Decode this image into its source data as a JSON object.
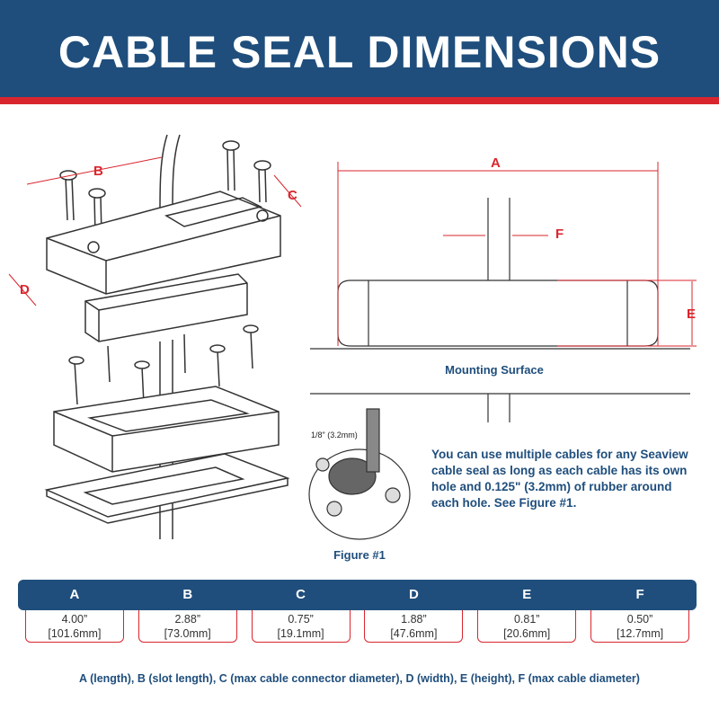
{
  "header": {
    "title": "CABLE SEAL DIMENSIONS"
  },
  "labels": {
    "a": "A",
    "b": "B",
    "c": "C",
    "d": "D",
    "e": "E",
    "f": "F"
  },
  "mounting_surface": "Mounting Surface",
  "figure": {
    "dim_label": "1/8\" (3.2mm)",
    "caption": "Figure #1"
  },
  "note": "You can use multiple cables for any Seaview cable seal as long as each cable has its own hole and 0.125\" (3.2mm) of rubber around each hole. See Figure #1.",
  "table": {
    "columns": [
      {
        "letter": "A",
        "inches": "4.00”",
        "mm": "[101.6mm]"
      },
      {
        "letter": "B",
        "inches": "2.88”",
        "mm": "[73.0mm]"
      },
      {
        "letter": "C",
        "inches": "0.75”",
        "mm": "[19.1mm]"
      },
      {
        "letter": "D",
        "inches": "1.88”",
        "mm": "[47.6mm]"
      },
      {
        "letter": "E",
        "inches": "0.81”",
        "mm": "[20.6mm]"
      },
      {
        "letter": "F",
        "inches": "0.50”",
        "mm": "[12.7mm]"
      }
    ]
  },
  "legend": "A (length), B (slot length), C (max cable connector diameter), D (width), E (height), F (max cable diameter)",
  "colors": {
    "brand_blue": "#1f4e7c",
    "accent_red": "#d9262e"
  }
}
